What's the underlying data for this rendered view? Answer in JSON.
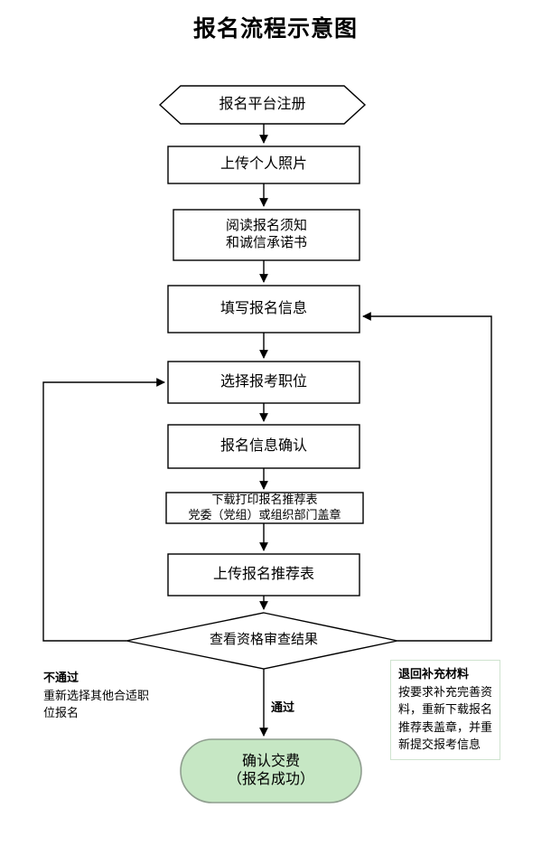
{
  "title": "报名流程示意图",
  "colors": {
    "stroke": "#000000",
    "terminal_fill": "#c6e7c4",
    "terminal_border": "#8f9e8f",
    "note_border": "#cfe3cf",
    "background": "#ffffff"
  },
  "chart_data": {
    "type": "diagram",
    "diagram_kind": "flowchart",
    "title": "报名流程示意图",
    "orientation": "top-to-bottom",
    "nodes": [
      {
        "id": "n1",
        "shape": "hexagon",
        "label": "报名平台注册",
        "lines": [
          "报名平台注册"
        ]
      },
      {
        "id": "n2",
        "shape": "rectangle",
        "label": "上传个人照片",
        "lines": [
          "上传个人照片"
        ]
      },
      {
        "id": "n3",
        "shape": "rectangle",
        "label": "阅读报名须知和诚信承诺书",
        "lines": [
          "阅读报名须知",
          "和诚信承诺书"
        ]
      },
      {
        "id": "n4",
        "shape": "rectangle",
        "label": "填写报名信息",
        "lines": [
          "填写报名信息"
        ]
      },
      {
        "id": "n5",
        "shape": "rectangle",
        "label": "选择报考职位",
        "lines": [
          "选择报考职位"
        ]
      },
      {
        "id": "n6",
        "shape": "rectangle",
        "label": "报名信息确认",
        "lines": [
          "报名信息确认"
        ]
      },
      {
        "id": "n7",
        "shape": "rectangle",
        "label": "下载打印报名推荐表 党委（党组）或组织部门盖章",
        "lines": [
          "下载打印报名推荐表",
          "党委（党组）或组织部门盖章"
        ]
      },
      {
        "id": "n8",
        "shape": "rectangle",
        "label": "上传报名推荐表",
        "lines": [
          "上传报名推荐表"
        ]
      },
      {
        "id": "n9",
        "shape": "diamond",
        "label": "查看资格审查结果",
        "lines": [
          "查看资格审查结果"
        ]
      },
      {
        "id": "n10",
        "shape": "rounded-terminal",
        "label": "确认交费（报名成功）",
        "lines": [
          "确认交费",
          "（报名成功）"
        ]
      }
    ],
    "edges": [
      {
        "from": "n1",
        "to": "n2",
        "label": ""
      },
      {
        "from": "n2",
        "to": "n3",
        "label": ""
      },
      {
        "from": "n3",
        "to": "n4",
        "label": ""
      },
      {
        "from": "n4",
        "to": "n5",
        "label": ""
      },
      {
        "from": "n5",
        "to": "n6",
        "label": ""
      },
      {
        "from": "n6",
        "to": "n7",
        "label": ""
      },
      {
        "from": "n7",
        "to": "n8",
        "label": ""
      },
      {
        "from": "n8",
        "to": "n9",
        "label": ""
      },
      {
        "from": "n9",
        "to": "n10",
        "label": "通过"
      },
      {
        "from": "n9",
        "to": "n5",
        "label": "不通过",
        "route": "left-loop"
      },
      {
        "from": "n9",
        "to": "n4",
        "label": "退回补充材料",
        "route": "right-loop"
      }
    ],
    "annotations": [
      {
        "id": "note-fail",
        "head": "不通过",
        "body": "重新选择其他合适职位报名",
        "boxed": false
      },
      {
        "id": "note-return",
        "head": "退回补充材料",
        "body": "按要求补充完善资料，重新下载报名推荐表盖章，并重新提交报考信息",
        "boxed": true
      }
    ]
  },
  "nodes": {
    "register": {
      "line1": "报名平台注册"
    },
    "upload_photo": {
      "line1": "上传个人照片"
    },
    "read_notice": {
      "line1": "阅读报名须知",
      "line2": "和诚信承诺书"
    },
    "fill_info": {
      "line1": "填写报名信息"
    },
    "choose_position": {
      "line1": "选择报考职位"
    },
    "confirm_info": {
      "line1": "报名信息确认"
    },
    "download_form": {
      "line1": "下载打印报名推荐表",
      "line2": "党委（党组）或组织部门盖章"
    },
    "upload_form": {
      "line1": "上传报名推荐表"
    },
    "check_result": {
      "line1": "查看资格审查结果"
    },
    "pay": {
      "line1": "确认交费",
      "line2": "（报名成功）"
    }
  },
  "edge_labels": {
    "pass": "通过"
  },
  "notes": {
    "fail": {
      "head": "不通过",
      "body": "重新选择其他合适职位报名"
    },
    "return": {
      "head": "退回补充材料",
      "body": "按要求补充完善资料，重新下载报名推荐表盖章，并重新提交报考信息"
    }
  }
}
